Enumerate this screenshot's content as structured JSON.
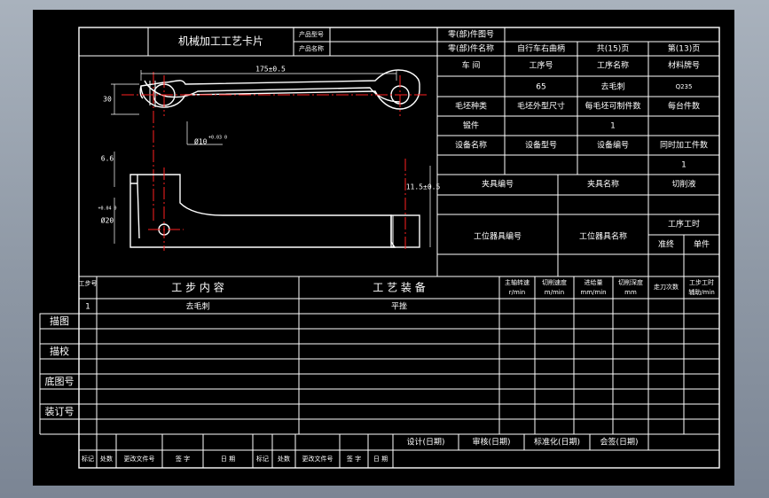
{
  "card_title": "机械加工工艺卡片",
  "header": {
    "product_model_label": "产品型号",
    "product_name_label": "产品名称",
    "part_drawing_no_label": "零(部)件图号",
    "part_name_label": "零(部)件名称",
    "part_name_value": "自行车右曲柄",
    "total_pages": "共(15)页",
    "page_no": "第(13)页"
  },
  "process_info": {
    "workshop_label": "车 间",
    "process_no_label": "工序号",
    "process_name_label": "工序名称",
    "material_label": "材料牌号",
    "process_no_value": "65",
    "process_name_value": "去毛刺",
    "material_value": "Q235",
    "blank_type_label": "毛坯种类",
    "blank_size_label": "毛坯外型尺寸",
    "parts_per_blank_label": "每毛坯可制件数",
    "parts_per_unit_label": "每台件数",
    "blank_type_value": "锻件",
    "parts_per_blank_value": "1",
    "equipment_name_label": "设备名称",
    "equipment_model_label": "设备型号",
    "equipment_no_label": "设备编号",
    "simultaneous_label": "同时加工件数",
    "simultaneous_value": "1",
    "fixture_no_label": "夹具编号",
    "fixture_name_label": "夹具名称",
    "coolant_label": "切削液",
    "station_tool_no_label": "工位器具编号",
    "station_tool_name_label": "工位器具名称",
    "process_time_label": "工序工时",
    "prep_time_label": "准终",
    "unit_time_label": "单件"
  },
  "drawing": {
    "dim_length": "175±0.5",
    "dim_height": "30",
    "dim_hole": "Ø10",
    "dim_hole_tol": "+0.03 0",
    "dim_top": "6.6",
    "dim_right": "11.5±0.5",
    "dim_left_tol": "+0.04 0",
    "dim_left": "Ø20"
  },
  "steps_table": {
    "col_step_no": "工步号",
    "col_content": "工 步 内 容",
    "col_equipment": "工 艺 装 备",
    "col_spindle_speed": "主轴转速",
    "col_spindle_unit": "r/min",
    "col_cut_speed": "切削速度",
    "col_cut_speed_unit": "m/min",
    "col_feed": "进给量",
    "col_feed_unit": "mm/min",
    "col_depth": "切削深度",
    "col_depth_unit": "mm",
    "col_passes": "走刀次数",
    "col_step_time": "工步工时",
    "col_step_time_sub": "辅助/min",
    "rows": [
      {
        "no": "1",
        "content": "去毛刺",
        "equipment": "平挫"
      }
    ]
  },
  "side_labels": {
    "trace": "描图",
    "trace_check": "描校",
    "base_drawing_no": "底图号",
    "binding_no": "装订号"
  },
  "footer": {
    "design": "设计(日期)",
    "review": "审核(日期)",
    "standardize": "标准化(日期)",
    "countersign": "会签(日期)",
    "mark": "标记",
    "count": "处数",
    "change_doc": "更改文件号",
    "sign": "签 字",
    "date": "日 期"
  }
}
